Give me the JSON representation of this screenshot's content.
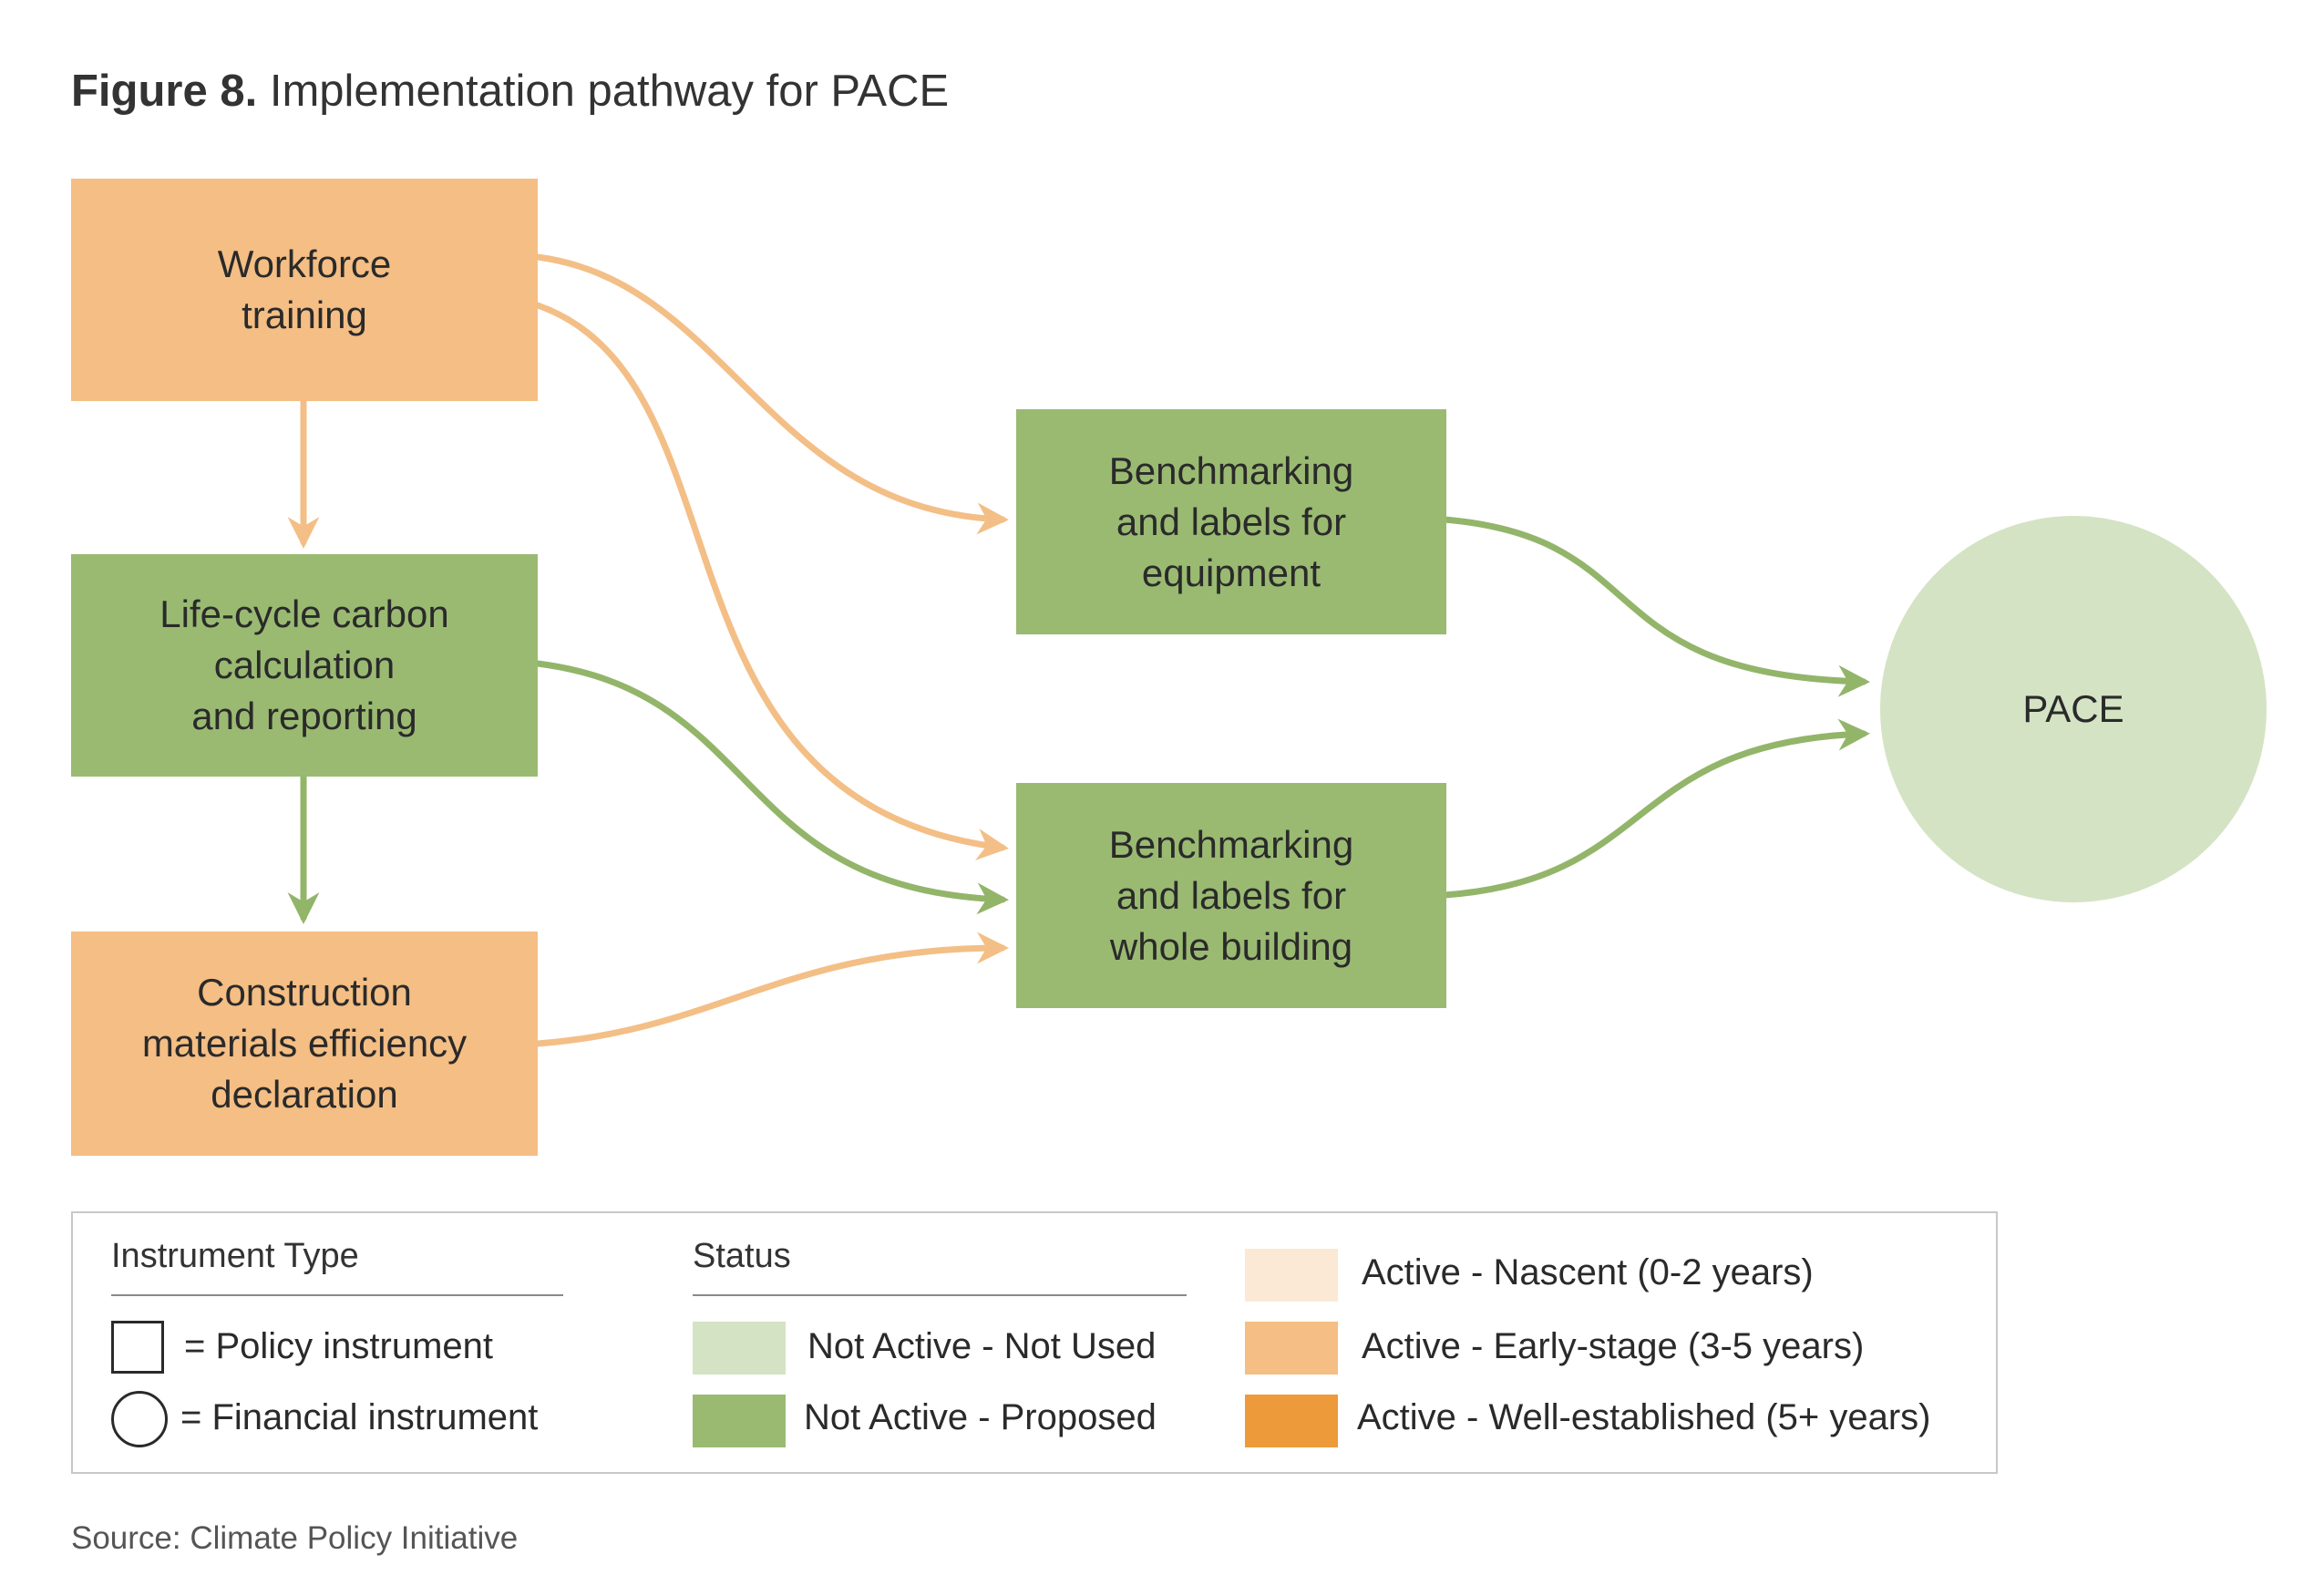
{
  "title": {
    "bold": "Figure 8.",
    "text": "Implementation pathway for PACE"
  },
  "colors": {
    "early_stage": "#f4be84",
    "proposed": "#9aba72",
    "not_used": "#d4e3c4",
    "nascent": "#fbe9d6",
    "well_established": "#ec9a3a",
    "orange_arrow": "#f3bf86",
    "green_arrow": "#93b56a"
  },
  "nodes": {
    "workforce": {
      "lines": [
        "Workforce",
        "training"
      ],
      "status": "Active - Early-stage (3-5 years)",
      "shape": "rectangle"
    },
    "lifecycle": {
      "lines": [
        "Life-cycle carbon",
        "calculation",
        "and reporting"
      ],
      "status": "Not Active - Proposed",
      "shape": "rectangle"
    },
    "construction": {
      "lines": [
        "Construction",
        "materials efficiency",
        "declaration"
      ],
      "status": "Active - Early-stage (3-5 years)",
      "shape": "rectangle"
    },
    "bench_equipment": {
      "lines": [
        "Benchmarking",
        "and labels for",
        "equipment"
      ],
      "status": "Not Active - Proposed",
      "shape": "rectangle"
    },
    "bench_building": {
      "lines": [
        "Benchmarking",
        "and labels for",
        "whole building"
      ],
      "status": "Not Active - Proposed",
      "shape": "rectangle"
    },
    "pace": {
      "lines": [
        "PACE"
      ],
      "status": "Not Active - Not Used",
      "shape": "circle"
    }
  },
  "edges": [
    {
      "from": "workforce",
      "to": "lifecycle"
    },
    {
      "from": "lifecycle",
      "to": "construction"
    },
    {
      "from": "workforce",
      "to": "bench_equipment"
    },
    {
      "from": "workforce",
      "to": "bench_building"
    },
    {
      "from": "lifecycle",
      "to": "bench_building"
    },
    {
      "from": "construction",
      "to": "bench_building"
    },
    {
      "from": "bench_equipment",
      "to": "pace"
    },
    {
      "from": "bench_building",
      "to": "pace"
    }
  ],
  "legend": {
    "instrument_type": {
      "heading": "Instrument Type",
      "policy": "= Policy instrument",
      "financial": "= Financial instrument"
    },
    "status": {
      "heading": "Status",
      "not_used": "Not Active - Not Used",
      "proposed": "Not Active - Proposed",
      "nascent": "Active - Nascent (0-2 years)",
      "early": "Active - Early-stage (3-5 years)",
      "established": "Active - Well-established (5+ years)"
    }
  },
  "source": "Source: Climate Policy Initiative"
}
